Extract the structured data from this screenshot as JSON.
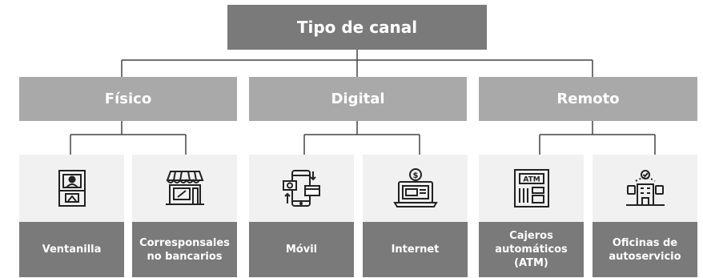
{
  "root": {
    "label": "Tipo de canal"
  },
  "categories": [
    {
      "label": "Físico"
    },
    {
      "label": "Digital"
    },
    {
      "label": "Remoto"
    }
  ],
  "leaves": [
    {
      "label": "Ventanilla",
      "icon": "bank-teller-window-icon"
    },
    {
      "label": "Corresponsales\nno bancarios",
      "icon": "storefront-icon"
    },
    {
      "label": "Móvil",
      "icon": "mobile-banking-icon"
    },
    {
      "label": "Internet",
      "icon": "online-banking-laptop-icon"
    },
    {
      "label": "Cajeros\nautomáticos\n(ATM)",
      "icon": "atm-machine-icon"
    },
    {
      "label": "Oficinas de\nautoservicio",
      "icon": "self-service-office-icon"
    }
  ],
  "colors": {
    "dark_box": "#7a7a7a",
    "mid_box": "#a9a9a9",
    "light_box": "#f1f1f1",
    "connector": "#444444"
  }
}
